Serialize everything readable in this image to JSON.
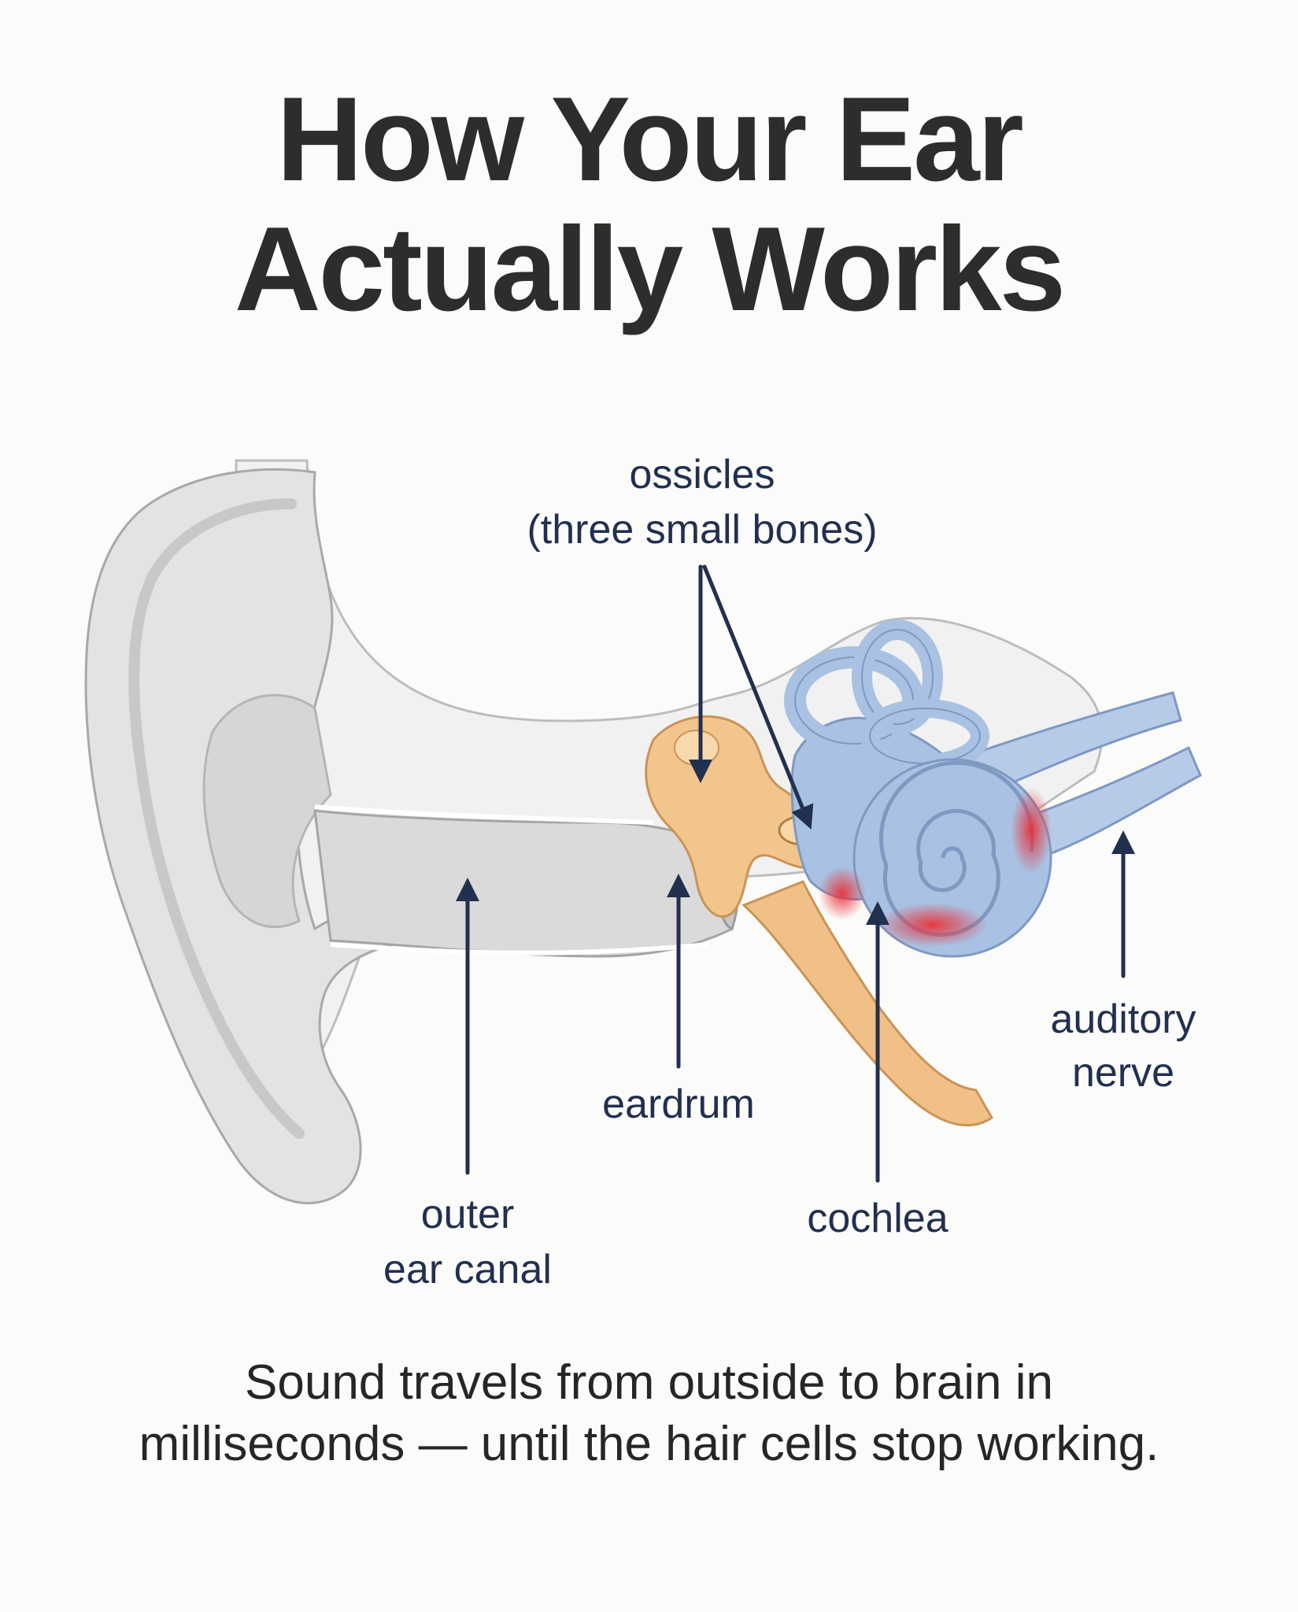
{
  "title": {
    "line1": "How Your Ear",
    "line2": "Actually Works"
  },
  "labels": {
    "ossicles_line1": "ossicles",
    "ossicles_line2": "(three small bones)",
    "eardrum": "eardrum",
    "outer_canal_line1": "outer",
    "outer_canal_line2": "ear canal",
    "cochlea": "cochlea",
    "auditory_nerve_line1": "auditory",
    "auditory_nerve_line2": "nerve"
  },
  "caption": {
    "line1": "Sound travels from outside to brain in",
    "line2": "milliseconds — until the hair cells stop working."
  },
  "colors": {
    "outer_ear": "#e3e3e3",
    "ossicles": "#f2c58d",
    "inner_ear": "#a9c1e2",
    "damage": "#e8323a",
    "label_arrow": "#22304f"
  }
}
